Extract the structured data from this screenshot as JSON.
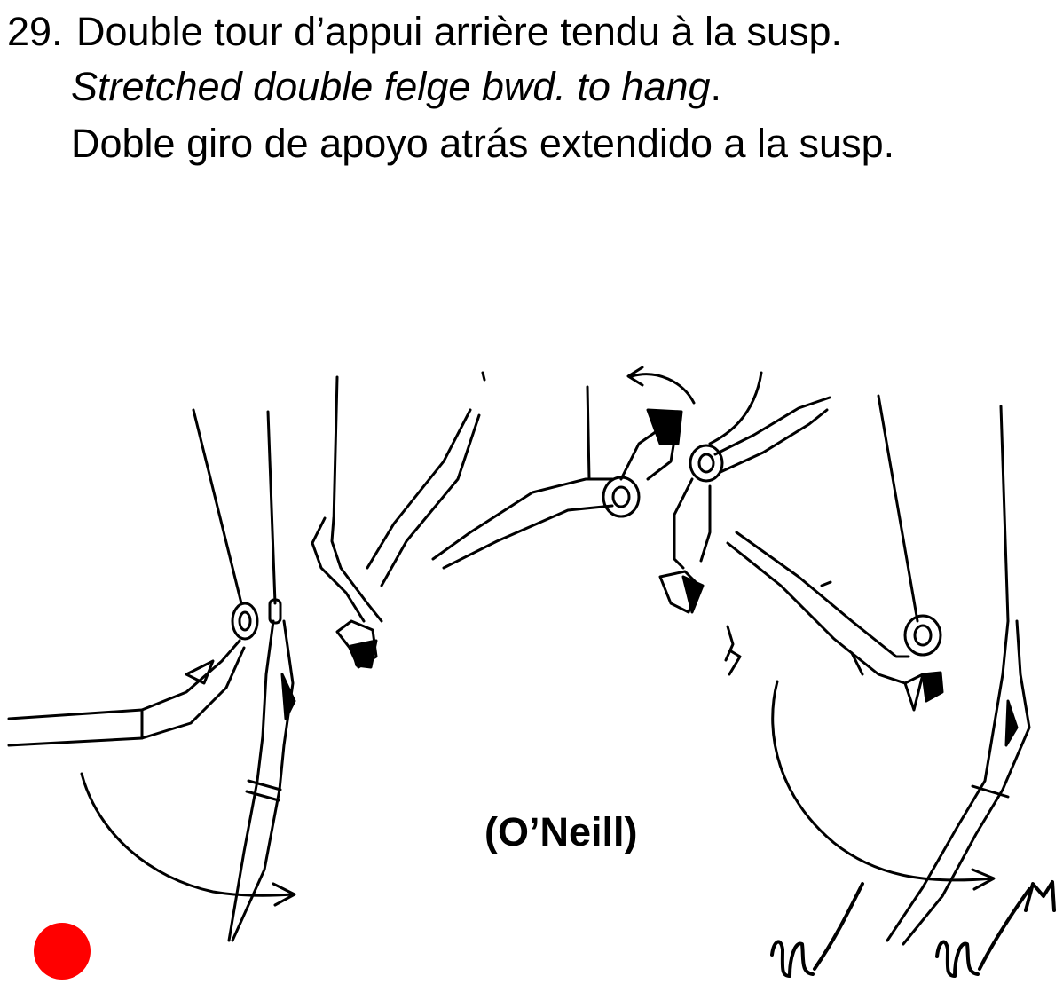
{
  "element": {
    "number": "29.",
    "title_fr": "Double tour d’appui arrière tendu à la susp.",
    "title_en": "Stretched double felge bwd. to hang",
    "title_en_period": ".",
    "title_es": "Doble giro de apoyo atrás extendido a la susp.",
    "name": "(O’Neill)"
  },
  "colors": {
    "dot": "#ff0000",
    "ink": "#000000"
  },
  "icons": [
    "difficulty-dot-icon",
    "gymnast-illustration",
    "rotation-arrow-icon",
    "handwritten-symbol-icon"
  ]
}
